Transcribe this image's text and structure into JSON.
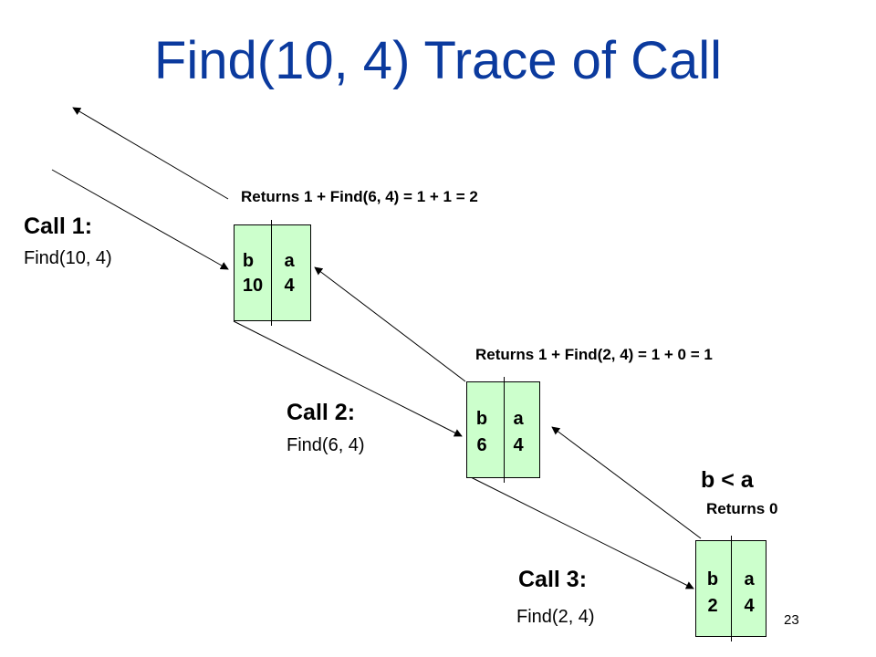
{
  "title": "Find(10, 4) Trace of Call",
  "calls": [
    {
      "call_label": "Call 1:",
      "call_expr": "Find(10, 4)",
      "returns": "Returns 1 + Find(6, 4) = 1 + 1 = 2",
      "b_label": "b",
      "a_label": "a",
      "b_value": "10",
      "a_value": "4"
    },
    {
      "call_label": "Call 2:",
      "call_expr": "Find(6, 4)",
      "returns": "Returns 1 + Find(2, 4) = 1 + 0 = 1",
      "b_label": "b",
      "a_label": "a",
      "b_value": "6",
      "a_value": "4"
    },
    {
      "call_label": "Call 3:",
      "call_expr": "Find(2, 4)",
      "returns": "Returns  0",
      "b_label": "b",
      "a_label": "a",
      "b_value": "2",
      "a_value": "4"
    }
  ],
  "base_case": "b < a",
  "page_number": "23"
}
